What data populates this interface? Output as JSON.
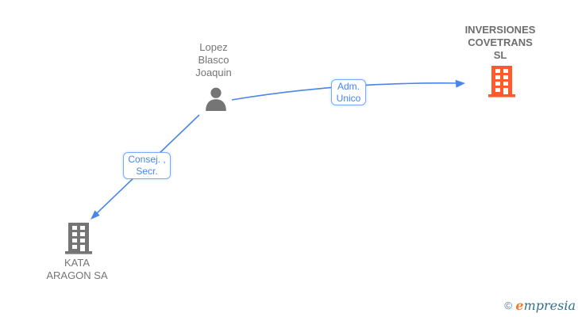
{
  "diagram": {
    "background": "#ffffff",
    "nodes": {
      "person": {
        "type": "person",
        "icon": "person-icon",
        "label_lines": [
          "Lopez",
          "Blasco",
          "Joaquin"
        ]
      },
      "company_main": {
        "type": "company",
        "icon": "building-icon",
        "highlighted": true,
        "label_lines": [
          "INVERSIONES",
          "COVETRANS",
          "SL"
        ]
      },
      "company_secondary": {
        "type": "company",
        "icon": "building-icon",
        "highlighted": false,
        "label_lines": [
          "KATA",
          "ARAGON SA"
        ]
      }
    },
    "edges": [
      {
        "from": "person",
        "to": "company_main",
        "label_lines": [
          "Adm.",
          "Unico"
        ]
      },
      {
        "from": "person",
        "to": "company_secondary",
        "label_lines": [
          "Consej. ,",
          "Secr."
        ]
      }
    ]
  },
  "watermark": {
    "copyright": "©",
    "brand_first_letter": "e",
    "brand_rest": "mpresia"
  },
  "colors": {
    "edge_blue": "#4a86e8",
    "edge_label_text": "#4285f4",
    "edge_label_border": "#7baaf7",
    "node_gray": "#757575",
    "company_highlight_orange": "#ff5a2d",
    "watermark_teal": "#2f6f8f",
    "watermark_orange": "#ed7d31"
  }
}
